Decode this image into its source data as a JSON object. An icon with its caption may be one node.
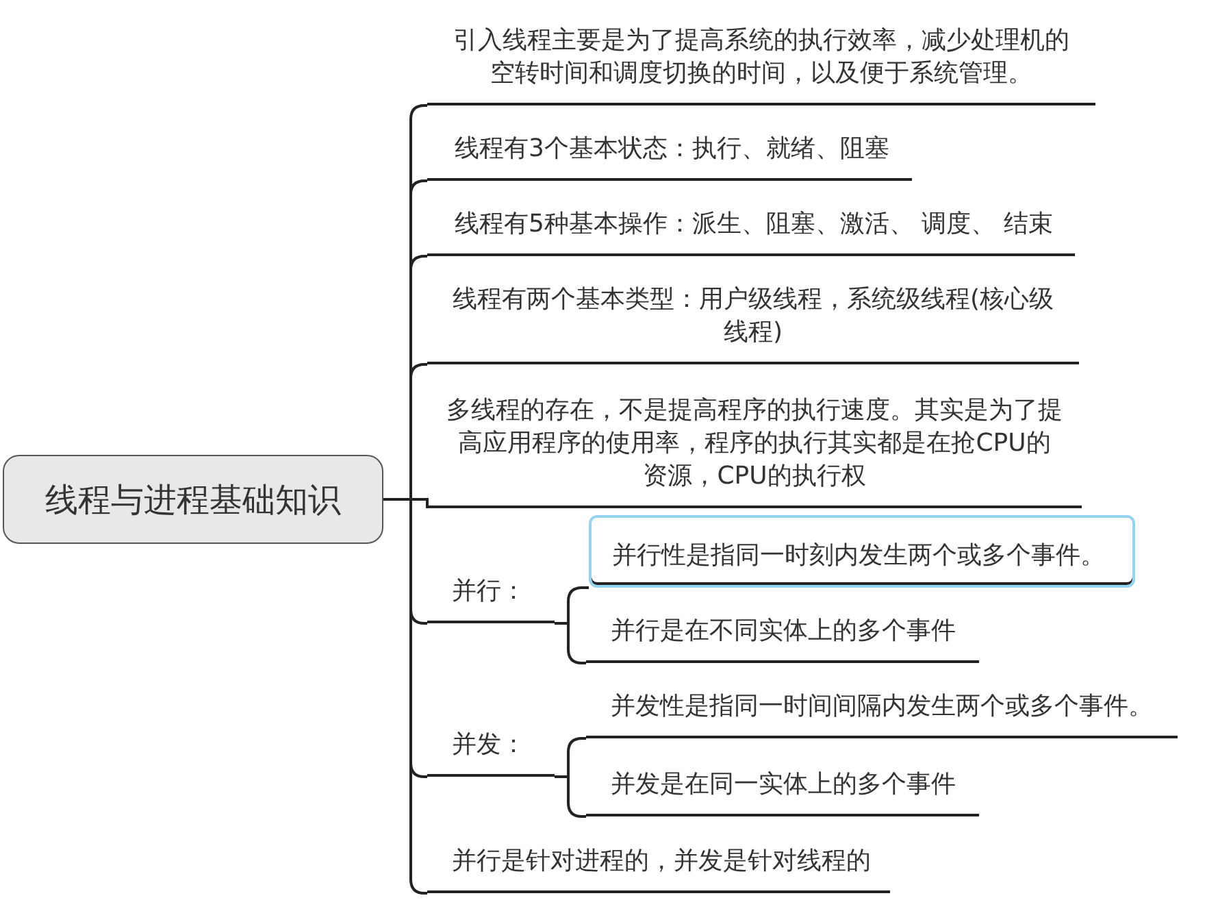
{
  "diagram": {
    "nodes": [
      {
        "text": [
          "线程与进程基础知识"
        ]
      },
      {
        "text": [
          "引入线程主要是为了提高系统的执行效率，减少处理机的空转时间和调度切换的时间，以及便于系统管理。"
        ]
      },
      {
        "text": [
          "线程有3个基本状态：执行、就绪、阻塞"
        ]
      },
      {
        "text": [
          "线程有5种基本操作：派生、阻塞、激活、 调度、 结束"
        ]
      },
      {
        "text": [
          "线程有两个基本类型：用户级线程，系统级线程(核心级线程)"
        ]
      },
      {
        "text": [
          "多线程的存在，不是提高程序的执行速度。其实是为了提高应用程序的使用率，程序的执行其实都是在抢CPU的资源，CPU的执行权"
        ]
      },
      {
        "text": [
          "并行："
        ]
      },
      {
        "text": [
          "并行性是指同一时刻内发生两个或多个事件。"
        ]
      },
      {
        "text": [
          "并行是在不同实体上的多个事件"
        ]
      },
      {
        "text": [
          "并发："
        ]
      },
      {
        "text": [
          "并发性是指同一时间间隔内发生两个或多个事件。"
        ]
      },
      {
        "text": [
          "并发是在同一实体上的多个事件"
        ]
      },
      {
        "text": [
          "并行是针对进程的，并发是针对线程的"
        ]
      }
    ],
    "edges": [
      {
        "from": 0,
        "to": 1,
        "arrow": "none"
      },
      {
        "from": 0,
        "to": 2,
        "arrow": "none"
      },
      {
        "from": 0,
        "to": 3,
        "arrow": "none"
      },
      {
        "from": 0,
        "to": 4,
        "arrow": "none"
      },
      {
        "from": 0,
        "to": 5,
        "arrow": "none"
      },
      {
        "from": 0,
        "to": 6,
        "arrow": "none"
      },
      {
        "from": 6,
        "to": 7,
        "arrow": "none"
      },
      {
        "from": 6,
        "to": 8,
        "arrow": "none"
      },
      {
        "from": 0,
        "to": 9,
        "arrow": "none"
      },
      {
        "from": 9,
        "to": 10,
        "arrow": "none"
      },
      {
        "from": 9,
        "to": 11,
        "arrow": "none"
      },
      {
        "from": 0,
        "to": 12,
        "arrow": "none"
      }
    ]
  }
}
